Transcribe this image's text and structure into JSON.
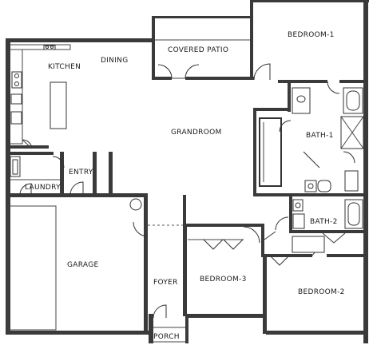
{
  "rooms": {
    "bedroom1": "BEDROOM-1",
    "covered_patio": "COVERED PATIO",
    "kitchen": "KITCHEN",
    "dining": "DINING",
    "grandroom": "GRANDROOM",
    "bath1": "BATH-1",
    "entry": "ENTRY",
    "laundry": "LAUNDRY",
    "bath2": "BATH-2",
    "garage": "GARAGE",
    "foyer": "FOYER",
    "bedroom3": "BEDROOM-3",
    "bedroom2": "BEDROOM-2",
    "porch": "PORCH"
  }
}
